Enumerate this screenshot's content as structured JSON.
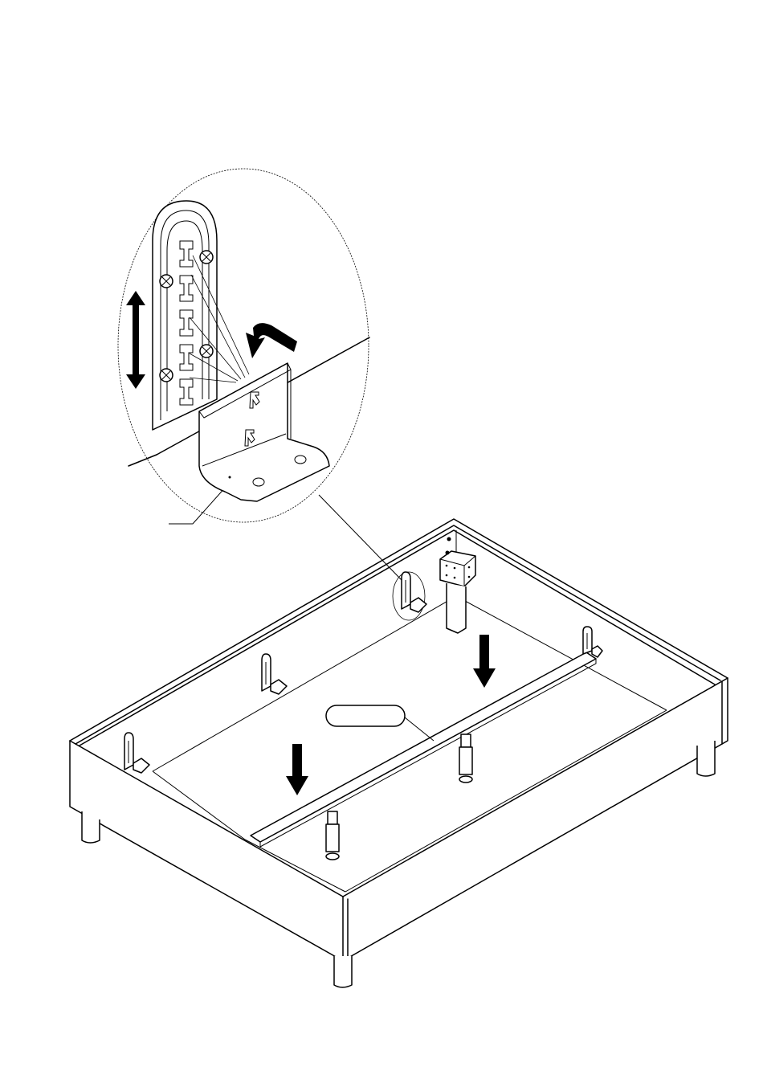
{
  "figure": {
    "part_label": "",
    "detail_callout_label": "",
    "palette": {
      "line": "#000000",
      "background": "#ffffff"
    },
    "icons": [
      "bed-frame",
      "detail-magnifier",
      "wall-bracket",
      "l-bracket",
      "screw",
      "down-arrow",
      "up-down-arrow",
      "hook-arrow",
      "center-rail",
      "support-leg",
      "corner-leg-block"
    ]
  }
}
